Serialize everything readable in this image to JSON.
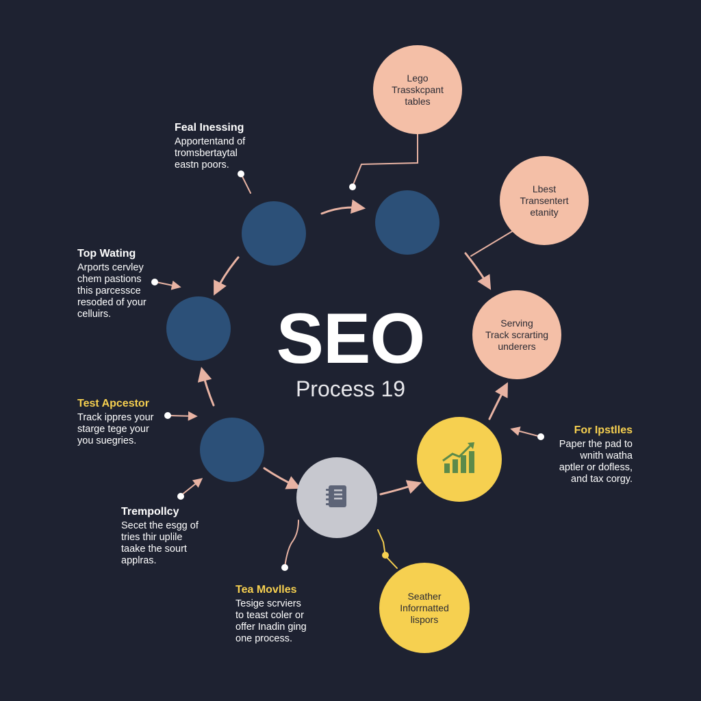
{
  "title": {
    "main": "SEO",
    "sub": "Process 19"
  },
  "nodes": {
    "legos": {
      "text": "Lego\nTrasskcpant\ntables"
    },
    "lbest": {
      "text": "Lbest\nTransentert\netanity"
    },
    "serving": {
      "text": "Serving\nTrack scrarting\nunderers"
    },
    "seather": {
      "text": "Seather\nInforrnatted\nlispors"
    },
    "growth": {
      "icon": "bar-chart-growth-icon"
    },
    "center": {
      "icon": "notebook-icon"
    }
  },
  "labels": {
    "feal_inessing": {
      "heading": "Feal Inessing",
      "body": "Apportentand of\ntromsbertaytal\neastn poors."
    },
    "top_wating": {
      "heading": "Top Wating",
      "body": "Arports cervley\nchem pastions\nthis parcessce\nresoded of your\ncelluirs."
    },
    "test_apcestor": {
      "heading": "Test Apcestor",
      "body": "Track ippres your\nstarge tege your\nyou suegries."
    },
    "trempolicy": {
      "heading": "Trempollcy",
      "body": "Secet the esgg of\ntries thir uplile\ntaake the sourt\napplras."
    },
    "tea_movies": {
      "heading": "Tea Movlles",
      "body": "Tesige scrviers\nto teast coler or\noffer Inadin ging\none process."
    },
    "for_ipstiles": {
      "heading": "For Ipstlles",
      "body": "Paper the pad to\nwnith watha\naptler or dofless,\nand tax corgy."
    }
  },
  "colors": {
    "background": "#1e2231",
    "blue_node": "#2c5078",
    "peach_node": "#f4bfa7",
    "yellow_node": "#f6d050",
    "gray_node": "#c7c8cf",
    "arrow": "#e8b3a3",
    "heading_yellow": "#f6d050"
  }
}
